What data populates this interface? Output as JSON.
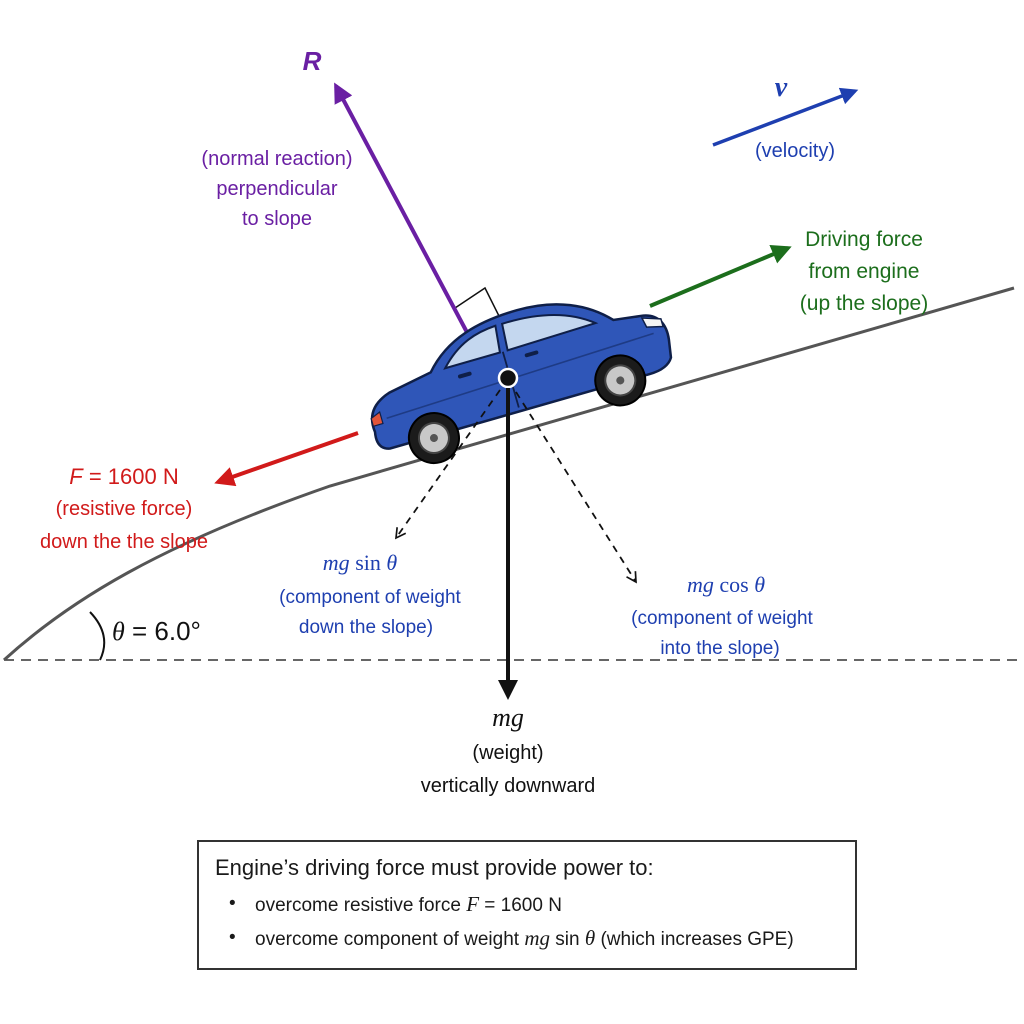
{
  "colors": {
    "slope": "#555555",
    "reaction": "#6a1fa3",
    "velocity": "#1e3fb0",
    "driving": "#1c6e1c",
    "resistive": "#d11a1a",
    "weight": "#111111",
    "components": "#1e3fb0",
    "car_body": "#2f56b8"
  },
  "reaction": {
    "symbol": "R",
    "desc_1": "(normal reaction)",
    "desc_2": "perpendicular",
    "desc_3": "to slope"
  },
  "velocity": {
    "symbol": "v",
    "desc": "(velocity)"
  },
  "driving": {
    "line_1": "Driving force",
    "line_2": "from engine",
    "line_3": "(up the slope)"
  },
  "resistive": {
    "symbol": "F",
    "value": " = 1600 N",
    "desc_1": "(resistive force)",
    "desc_2": "down the the slope"
  },
  "angle": {
    "symbol": "θ",
    "value": " = 6.0°"
  },
  "comp_parallel": {
    "mg": "mg",
    "fn": " sin ",
    "theta": "θ",
    "desc_1": "(component of weight",
    "desc_2": "down the slope)"
  },
  "comp_perp": {
    "mg": "mg",
    "fn": " cos ",
    "theta": "θ",
    "desc_1": "(component of weight",
    "desc_2": "into the slope)"
  },
  "weight": {
    "symbol": "mg",
    "desc_1": "(weight)",
    "desc_2": "vertically downward"
  },
  "info_box": {
    "title": "Engine’s driving force must provide power to:",
    "bullet": "•",
    "item_1_text": "overcome resistive force ",
    "item_1_sym": "F",
    "item_1_val": " = 1600 N",
    "item_2_text": "overcome component of weight ",
    "item_2_sym": "mg",
    "item_2_fn": " sin ",
    "item_2_theta": "θ",
    "item_2_tail": " (which increases GPE)"
  }
}
